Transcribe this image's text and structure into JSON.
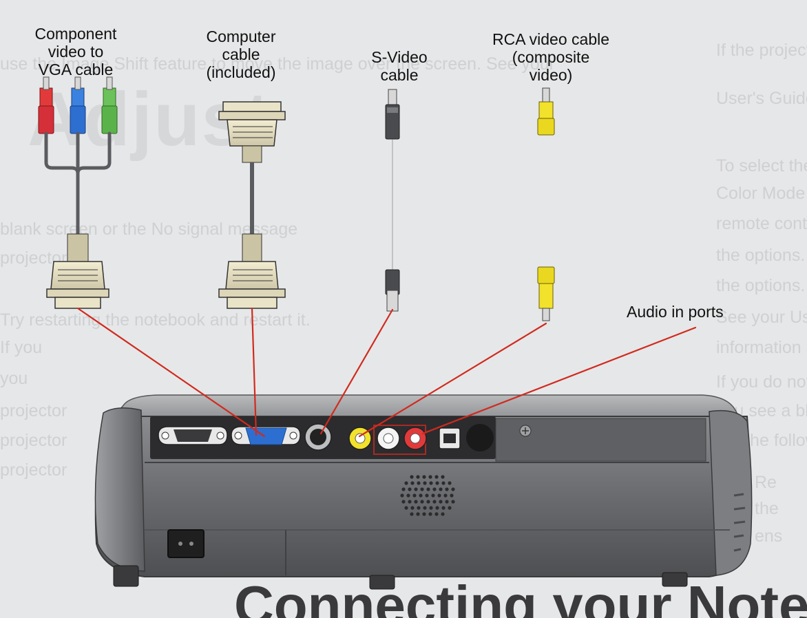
{
  "background_text": {
    "p1": "If the projector cannot be placed directly in front of the screen, you can",
    "p2": "use the Image Shift feature to move the image over the screen. See your",
    "p3": "User's Guide on the CD-ROM.",
    "big": "Adjust",
    "p4": "To select the best color mode, press the",
    "p5": "Color Mode button on the projector,",
    "p6": "remote control repeatedly to move through",
    "p7": "the options.",
    "p8": "the options.",
    "p9": "See your User's Guide on the CD-ROM for more",
    "p10": "information about image adjustments.",
    "p11": "If you do not see an image",
    "p12": "you see a blank screen or the No signal message",
    "p13": "Try the following:",
    "p14": "blank screen or the No signal message",
    "p15": "projector",
    "p16": "Try restarting the notebook and restart it.",
    "p17": "If you",
    "p18": "you",
    "p19": "projector",
    "p20": "projector",
    "p21": "projector",
    "p22": "Re",
    "p23": "the",
    "p24": "ens",
    "big2": "Connecting your Notebook"
  },
  "labels": {
    "component_video_to_vga_cable": "Component\nvideo to\nVGA cable",
    "computer_cable": "Computer\ncable\n(included)",
    "s_video_cable": "S-Video\ncable",
    "rca_video_cable": "RCA video cable\n(composite\nvideo)",
    "audio_in_ports": "Audio in ports"
  },
  "colors": {
    "leader_line": "#d12a1e",
    "background": "#e6e7e8",
    "projector_body": "#6e6f72",
    "panel": "#2c2c2e",
    "vga_blue": "#2d6fd1",
    "rca_red": "#e23a3a",
    "rca_green": "#5ab34a",
    "rca_yellow": "#f2e22b"
  }
}
